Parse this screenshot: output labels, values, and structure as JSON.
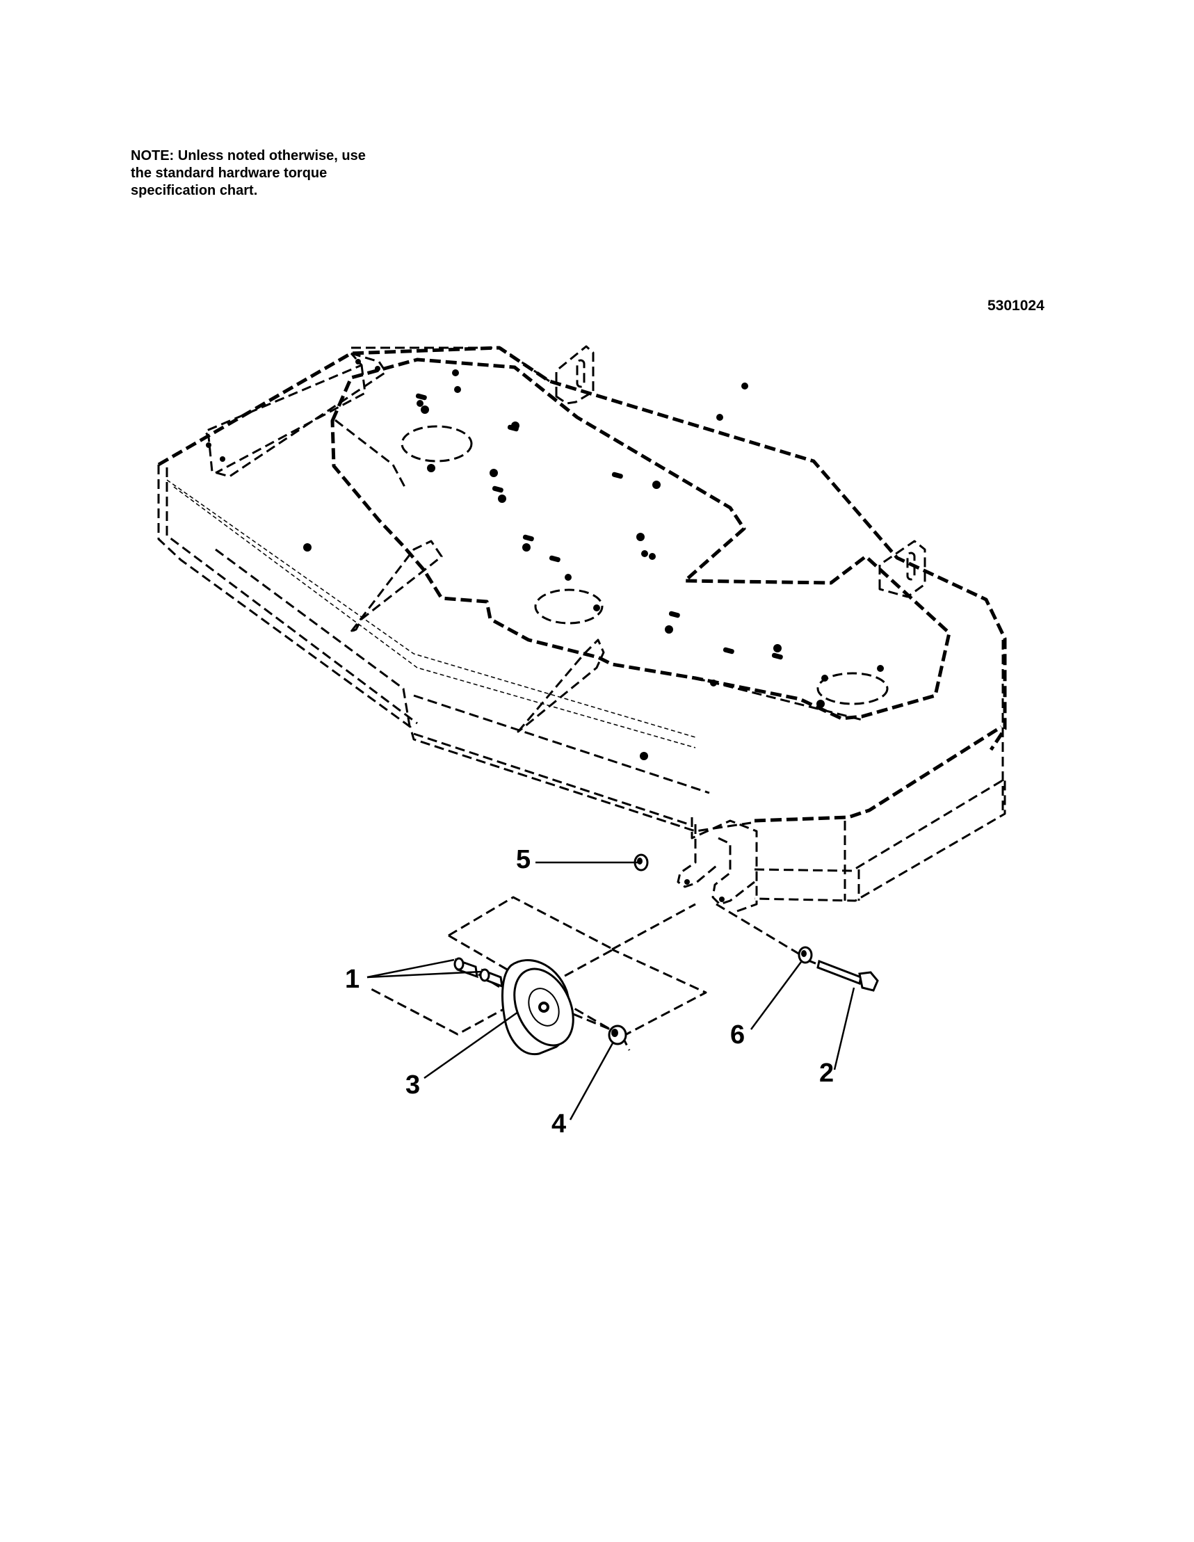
{
  "note": {
    "lines": [
      "NOTE: Unless noted otherwise, use",
      "the standard hardware torque",
      "specification chart."
    ]
  },
  "drawing_id": "5301024",
  "callouts": {
    "c1": "1",
    "c2": "2",
    "c3": "3",
    "c4": "4",
    "c5": "5",
    "c6": "6"
  }
}
